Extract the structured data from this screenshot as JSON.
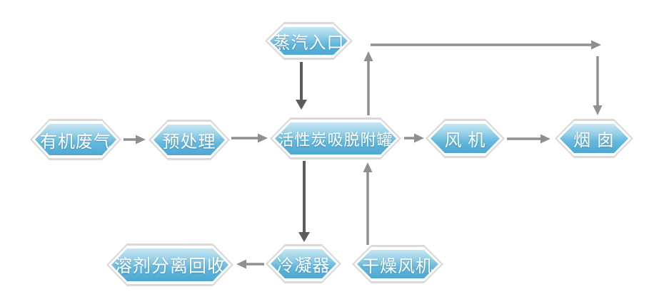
{
  "diagram": {
    "nodes": {
      "steam_inlet": {
        "label": "蒸汽入口"
      },
      "organic_gas": {
        "label": "有机废气"
      },
      "pretreatment": {
        "label": "预处理"
      },
      "carbon_tank": {
        "label": "活性炭吸脱附罐"
      },
      "fan": {
        "label": "风 机"
      },
      "chimney": {
        "label": "烟 囱"
      },
      "solvent_recovery": {
        "label": "溶剂分离回收"
      },
      "condenser": {
        "label": "冷凝器"
      },
      "drying_fan": {
        "label": "干燥风机"
      }
    },
    "edges": [
      {
        "from": "organic_gas",
        "to": "pretreatment",
        "style": "gray"
      },
      {
        "from": "pretreatment",
        "to": "carbon_tank",
        "style": "gray"
      },
      {
        "from": "carbon_tank",
        "to": "fan",
        "style": "gray"
      },
      {
        "from": "fan",
        "to": "chimney",
        "style": "gray"
      },
      {
        "from": "steam_inlet",
        "to": "carbon_tank",
        "style": "dark"
      },
      {
        "from": "carbon_tank",
        "to": "top_line",
        "style": "gray"
      },
      {
        "from": "top_line",
        "to": "top_line_end",
        "style": "gray"
      },
      {
        "from": "top_line_end",
        "to": "chimney",
        "style": "gray"
      },
      {
        "from": "carbon_tank",
        "to": "condenser",
        "style": "dark"
      },
      {
        "from": "drying_fan",
        "to": "carbon_tank",
        "style": "gray"
      },
      {
        "from": "condenser",
        "to": "solvent_recovery",
        "style": "gray"
      }
    ],
    "colors": {
      "background": "#ffffff",
      "node_gradient_top": "#c6e6f2",
      "node_gradient_bottom": "#4ea8d2",
      "node_border_inner": "#ffffff",
      "node_border_outer": "#d9d9d9",
      "label_text": "#ffffff",
      "arrow_gray": "#8f8f8f",
      "arrow_dark": "#5c5c5c"
    }
  }
}
